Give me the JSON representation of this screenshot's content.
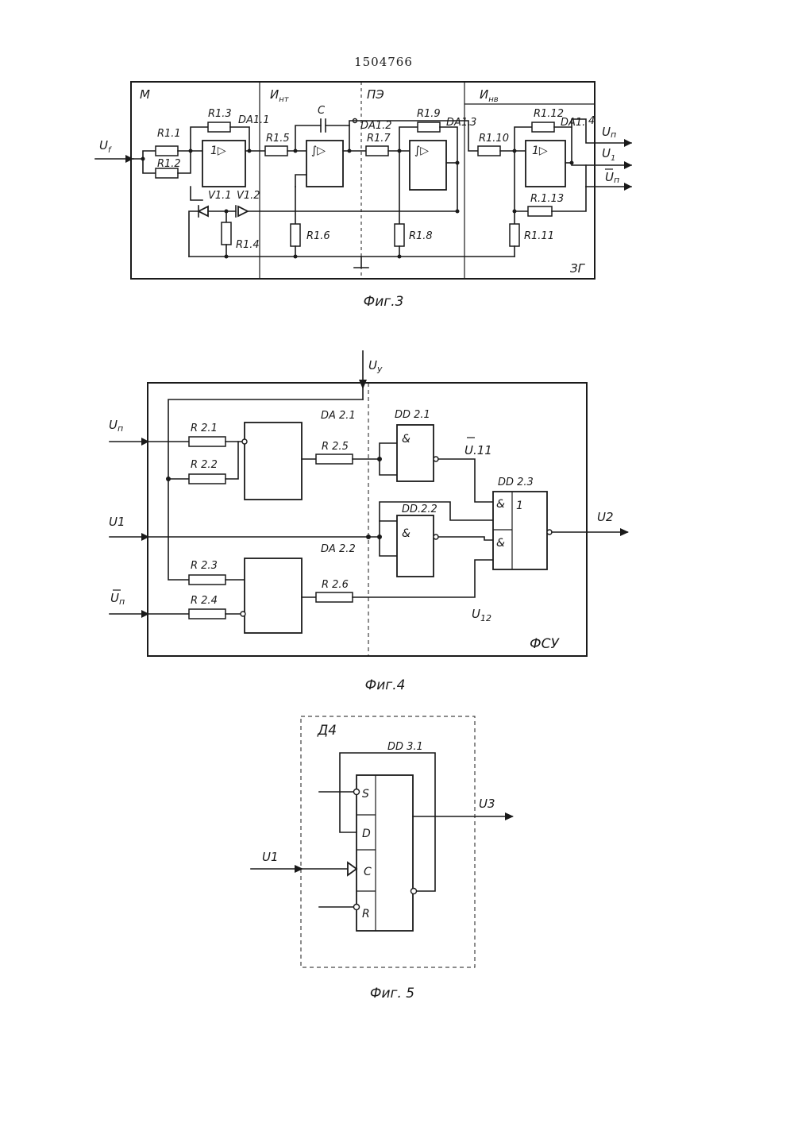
{
  "page_number": "1504766",
  "fig3": {
    "caption": "Фиг.3",
    "sections": {
      "m": "М",
      "int": "И",
      "int_sub": "нт",
      "pe": "ПЭ",
      "inv": "И",
      "inv_sub": "нв",
      "zg": "ЗГ"
    },
    "input_label": "U",
    "input_sub": "f",
    "outputs": [
      {
        "main": "U",
        "sub": "п",
        "bar": false
      },
      {
        "main": "U",
        "sub": "1",
        "bar": false
      },
      {
        "main": "U",
        "sub": "п",
        "bar": true
      }
    ],
    "resistors": [
      "R1.1",
      "R1.2",
      "R1.3",
      "R1.4",
      "R1.5",
      "R1.6",
      "R1.7",
      "R1.8",
      "R1.9",
      "R1.10",
      "R1.11",
      "R1.12",
      "R.1.13"
    ],
    "capacitor": "C",
    "diodes": [
      "V1.1",
      "V1.2"
    ],
    "amps": [
      "DA1.1",
      "DA1.2",
      "DA1.",
      "DA1."
    ],
    "amp_symbols": [
      "1▷",
      "∫▷",
      "∫▷",
      "1▷"
    ],
    "node_labels": [
      "3",
      "4"
    ]
  },
  "fig4": {
    "caption": "Фиг.4",
    "block_label": "ФСУ",
    "control_label": "U",
    "control_sub": "у",
    "inputs": [
      {
        "main": "U",
        "sub": "п",
        "bar": false
      },
      {
        "main": "U1",
        "sub": "",
        "bar": false
      },
      {
        "main": "U",
        "sub": "п",
        "bar": true
      }
    ],
    "resistors": [
      "R 2.1",
      "R 2.2",
      "R 2.3",
      "R 2.4",
      "R 2.5",
      "R 2.6"
    ],
    "amps": [
      "DA 2.1",
      "DA 2.2"
    ],
    "gates": [
      "DD 2.1",
      "DD.2.2",
      "DD 2.3"
    ],
    "gate_symbols": [
      "&",
      "&",
      "&",
      "&",
      "1"
    ],
    "signals": {
      "u11": "U.11",
      "u12_main": "U",
      "u12_sub": "12"
    },
    "output": "U2"
  },
  "fig5": {
    "caption": "Фиг. 5",
    "block_label": "Д4",
    "trigger": "DD 3.1",
    "pins": [
      "S",
      "D",
      "C",
      "R"
    ],
    "input": "U1",
    "output": "U3"
  }
}
